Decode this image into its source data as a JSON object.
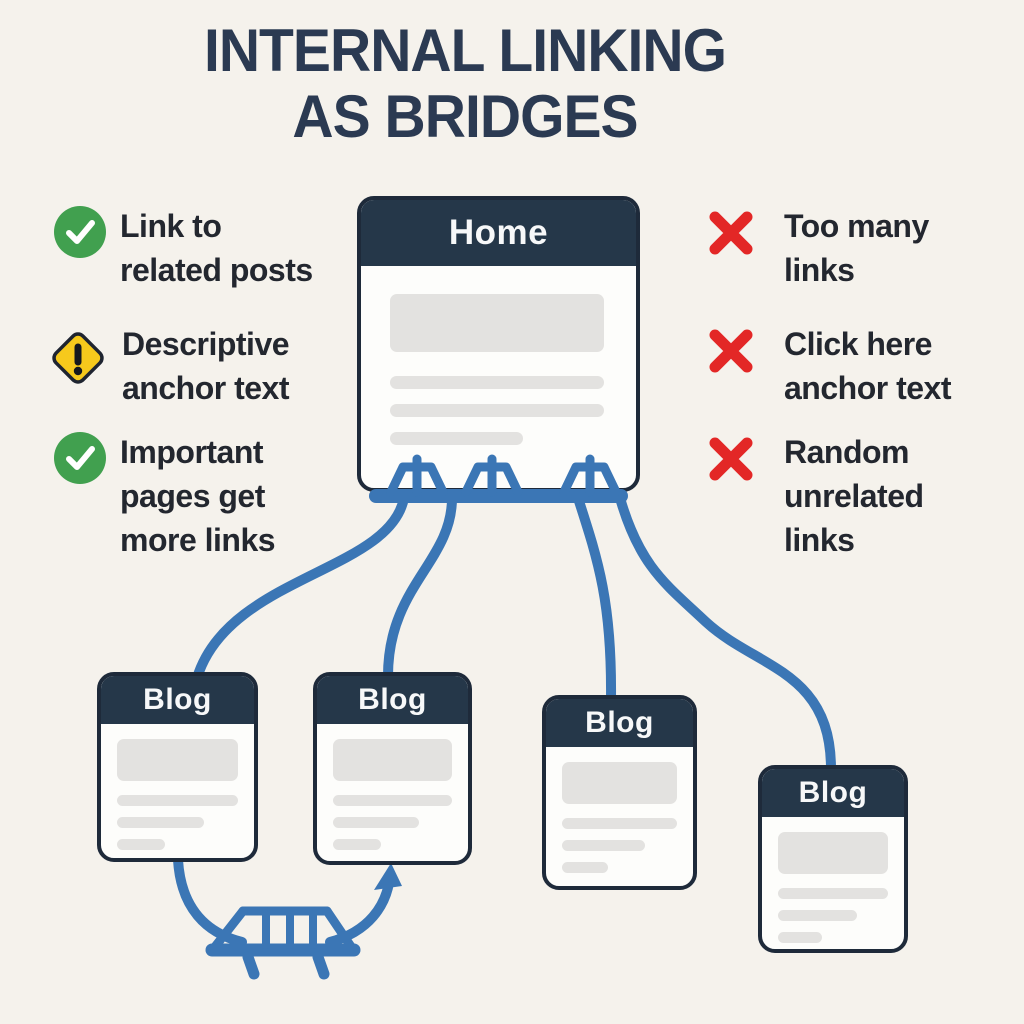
{
  "title": {
    "line1": "INTERNAL LINKING",
    "line2": "AS BRIDGES"
  },
  "do_list": {
    "items": [
      {
        "icon": "check-icon",
        "text": "Link to\nrelated posts"
      },
      {
        "icon": "warning-icon",
        "text": "Descriptive\nanchor text"
      },
      {
        "icon": "check-icon",
        "text": "Important\npages get\nmore links"
      }
    ]
  },
  "dont_list": {
    "items": [
      {
        "icon": "cross-icon",
        "text": "Too many\nlinks"
      },
      {
        "icon": "cross-icon",
        "text": "Click here\nanchor text"
      },
      {
        "icon": "cross-icon",
        "text": "Random\nunrelated\nlinks"
      }
    ]
  },
  "diagram": {
    "home": {
      "label": "Home"
    },
    "blogs": [
      {
        "label": "Blog"
      },
      {
        "label": "Blog"
      },
      {
        "label": "Blog"
      },
      {
        "label": "Blog"
      }
    ],
    "connector_icon": "bridge-icon"
  },
  "colors": {
    "background": "#f5f2ec",
    "navy_header": "#253749",
    "card_border": "#1e2a3a",
    "title_text": "#2b3a52",
    "body_text": "#23272f",
    "link_blue": "#3b76b5",
    "check_green": "#41a04f",
    "cross_red": "#e32726",
    "warning_yellow": "#f6c91c",
    "placeholder_gray": "#e3e2e0"
  }
}
